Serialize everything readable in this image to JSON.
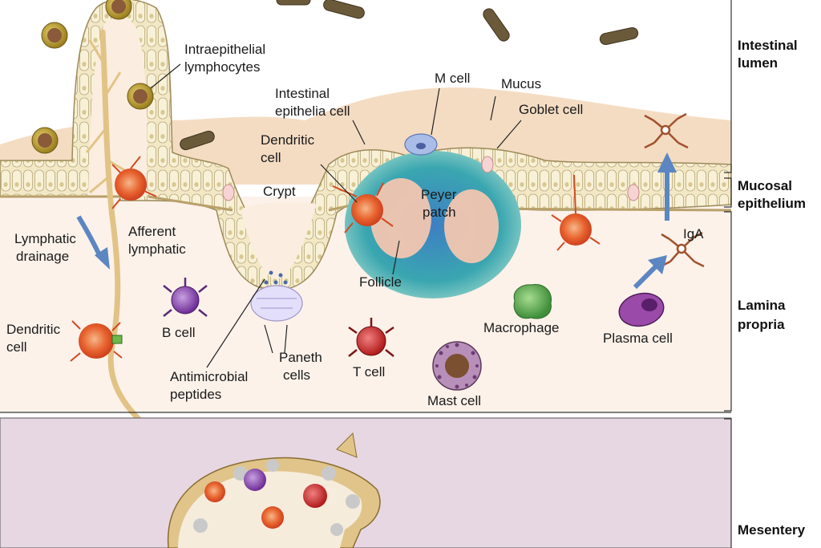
{
  "regions": {
    "lumen": [
      "Intestinal",
      "lumen"
    ],
    "epithelium": [
      "Mucosal",
      "epithelium"
    ],
    "lamina": [
      "Lamina",
      "propria"
    ],
    "mesentery": "Mesentery"
  },
  "labels": {
    "iel": [
      "Intraepithelial",
      "lymphocytes"
    ],
    "epithelial_cell": [
      "Intestinal",
      "epithelia cell"
    ],
    "m_cell": "M cell",
    "mucus": "Mucus",
    "goblet": "Goblet cell",
    "dendritic_top": [
      "Dendritic",
      "cell"
    ],
    "crypt": "Crypt",
    "peyer": [
      "Peyer",
      "patch"
    ],
    "lymph_drainage": [
      "Lymphatic",
      "drainage"
    ],
    "afferent": [
      "Afferent",
      "lymphatic"
    ],
    "follicle": "Follicle",
    "iga": "IgA",
    "dendritic_left": [
      "Dendritic",
      "cell"
    ],
    "b_cell": "B cell",
    "macrophage": "Macrophage",
    "plasma": "Plasma cell",
    "paneth": [
      "Paneth",
      "cells"
    ],
    "antimicrobial": [
      "Antimicrobial",
      "peptides"
    ],
    "t_cell": "T cell",
    "mast": "Mast cell"
  },
  "colors": {
    "lumen_bg": "#ffffff",
    "mucus": "#f4dcc3",
    "epithelium": "#f1e7c7",
    "lamina": "#fcf2ea",
    "mesentery": "#e6d7e3",
    "follicle_outer": "#3aa6b0",
    "follicle_inner": "#f1c6b0",
    "arrow": "#5b86c2",
    "lymphatic": "#e2c386"
  }
}
